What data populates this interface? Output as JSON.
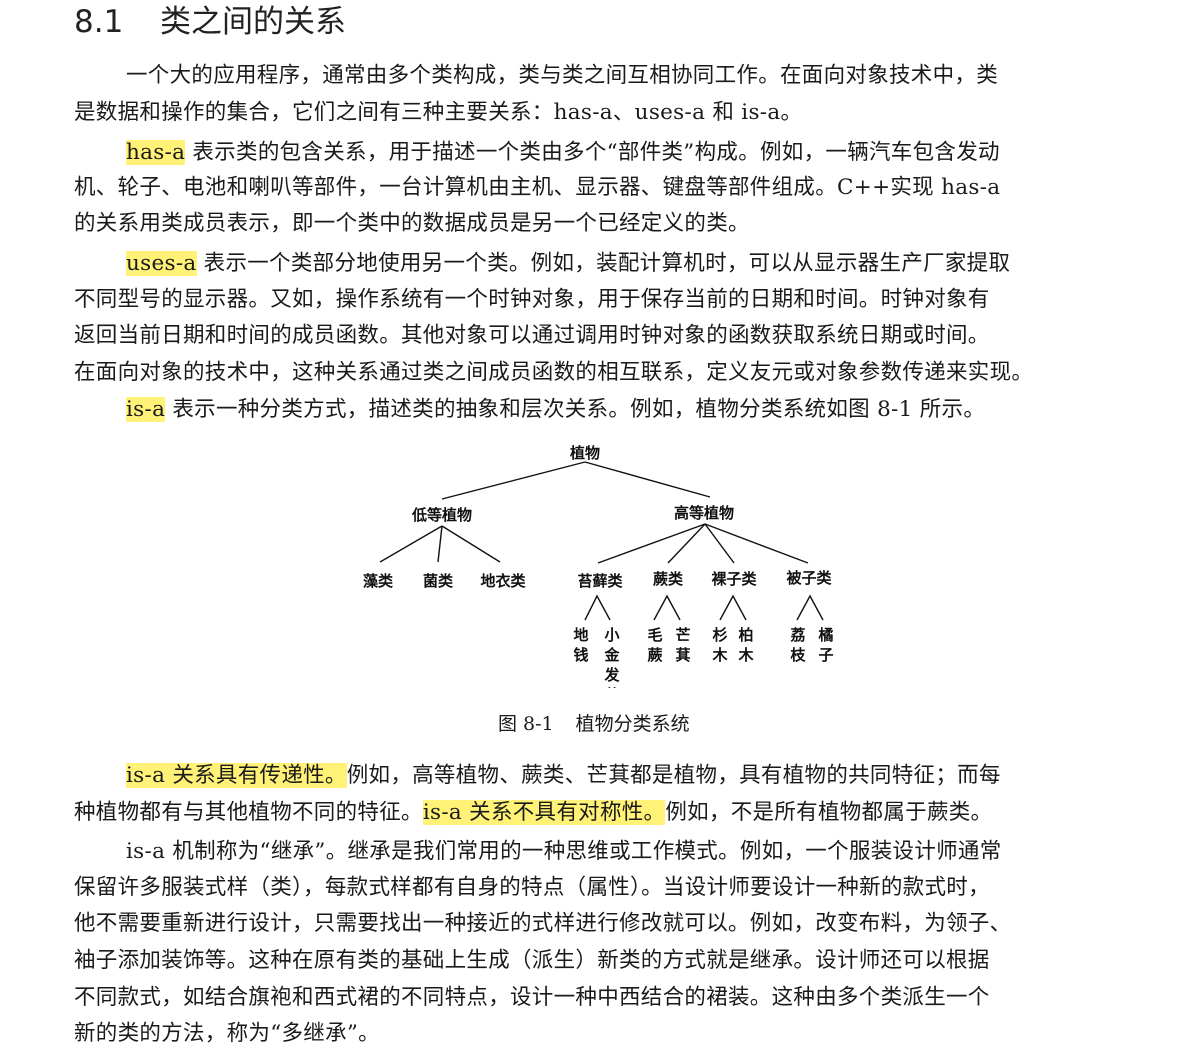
{
  "section": {
    "number": "8.1",
    "title": "类之间的关系"
  },
  "lines": [
    {
      "id": "p1a",
      "indent": true,
      "segments": [
        {
          "text": "一个大的应用程序，通常由多个类构成，类与类之间互相协同工作。在面向对象技术中，类"
        }
      ]
    },
    {
      "id": "p1b",
      "indent": false,
      "segments": [
        {
          "text": "是数据和操作的集合，它们之间有三种主要关系：has-a、uses-a 和 is-a。"
        }
      ]
    },
    {
      "id": "p2a",
      "indent": true,
      "segments": [
        {
          "text": "has-a",
          "hl": true
        },
        {
          "text": " 表示类的包含关系，用于描述一个类由多个“部件类”构成。例如，一辆汽车包含发动"
        }
      ]
    },
    {
      "id": "p2b",
      "indent": false,
      "segments": [
        {
          "text": "机、轮子、电池和喇叭等部件，一台计算机由主机、显示器、键盘等部件组成。C++实现  has-a"
        }
      ]
    },
    {
      "id": "p2c",
      "indent": false,
      "segments": [
        {
          "text": "的关系用类成员表示，即一个类中的数据成员是另一个已经定义的类。"
        }
      ]
    },
    {
      "id": "p3a",
      "indent": true,
      "segments": [
        {
          "text": "uses-a",
          "hl": true
        },
        {
          "text": " 表示一个类部分地使用另一个类。例如，装配计算机时，可以从显示器生产厂家提取"
        }
      ]
    },
    {
      "id": "p3b",
      "indent": false,
      "segments": [
        {
          "text": "不同型号的显示器。又如，操作系统有一个时钟对象，用于保存当前的日期和时间。时钟对象有"
        }
      ]
    },
    {
      "id": "p3c",
      "indent": false,
      "segments": [
        {
          "text": "返回当前日期和时间的成员函数。其他对象可以通过调用时钟对象的函数获取系统日期或时间。"
        }
      ]
    },
    {
      "id": "p3d",
      "indent": false,
      "segments": [
        {
          "text": "在面向对象的技术中，这种关系通过类之间成员函数的相互联系，定义友元或对象参数传递来实现。"
        }
      ]
    },
    {
      "id": "p4a",
      "indent": true,
      "segments": [
        {
          "text": "is-a",
          "hl": true
        },
        {
          "text": " 表示一种分类方式，描述类的抽象和层次关系。例如，植物分类系统如图 8-1 所示。"
        }
      ]
    },
    {
      "id": "p5a",
      "indent": true,
      "segments": [
        {
          "text": "is-a  关系具有传递性。",
          "hl": true
        },
        {
          "text": "例如，高等植物、蕨类、芒萁都是植物，具有植物的共同特征；而每"
        }
      ]
    },
    {
      "id": "p5b",
      "indent": false,
      "segments": [
        {
          "text": "种植物都有与其他植物不同的特征。"
        },
        {
          "text": "is-a 关系不具有对称性。",
          "hl": true
        },
        {
          "text": "例如，不是所有植物都属于蕨类。"
        }
      ]
    },
    {
      "id": "p6a",
      "indent": true,
      "segments": [
        {
          "text": "is-a 机制称为“继承”。继承是我们常用的一种思维或工作模式。例如，一个服装设计师通常"
        }
      ]
    },
    {
      "id": "p6b",
      "indent": false,
      "segments": [
        {
          "text": "保留许多服装式样（类），每款式样都有自身的特点（属性）。当设计师要设计一种新的款式时，"
        }
      ]
    },
    {
      "id": "p6c",
      "indent": false,
      "segments": [
        {
          "text": "他不需要重新进行设计，只需要找出一种接近的式样进行修改就可以。例如，改变布料，为领子、"
        }
      ]
    },
    {
      "id": "p6d",
      "indent": false,
      "segments": [
        {
          "text": "袖子添加装饰等。这种在原有类的基础上生成（派生）新类的方式就是继承。设计师还可以根据"
        }
      ]
    },
    {
      "id": "p6e",
      "indent": false,
      "segments": [
        {
          "text": "不同款式，如结合旗袍和西式裙的不同特点，设计一种中西结合的裙装。这种由多个类派生一个"
        }
      ]
    },
    {
      "id": "p6f",
      "indent": false,
      "segments": [
        {
          "text": "新的类的方法，称为“多继承”。"
        }
      ]
    }
  ],
  "figure": {
    "root": "植物",
    "level1": [
      "低等植物",
      "高等植物"
    ],
    "low_children": [
      "藻类",
      "菌类",
      "地衣类"
    ],
    "high_children": [
      "苔藓类",
      "蕨类",
      "裸子类",
      "被子类"
    ],
    "leaves": [
      {
        "parent": "苔藓类",
        "items": [
          "地钱",
          "小金发草"
        ]
      },
      {
        "parent": "蕨类",
        "items": [
          "毛蕨",
          "芒萁"
        ]
      },
      {
        "parent": "裸子类",
        "items": [
          "杉木",
          "柏木"
        ]
      },
      {
        "parent": "被子类",
        "items": [
          "荔枝",
          "橘子"
        ]
      }
    ],
    "caption_number": "图 8-1",
    "caption_title": "植物分类系统"
  },
  "colors": {
    "highlight": "#fff276",
    "text": "#1a1a1a"
  }
}
